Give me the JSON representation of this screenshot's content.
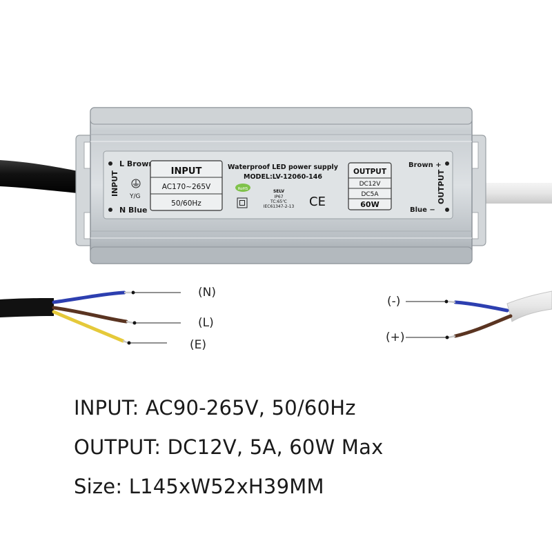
{
  "device": {
    "input_side": "INPUT",
    "output_side": "OUTPUT",
    "l_terminal": "L Brown",
    "n_terminal": "N Blue",
    "ground": "Y/G",
    "input_box": {
      "title": "INPUT",
      "voltage": "AC170~265V",
      "frequency": "50/60Hz"
    },
    "center": {
      "title": "Waterproof LED power supply",
      "model": "MODEL:LV-12060-146",
      "rohs": "RoHS",
      "selv": "SELV",
      "ip": "IP67",
      "tc": "TC:65℃",
      "standard": "IEC61347-2-13",
      "ce": "CE"
    },
    "output_box": {
      "title": "OUTPUT",
      "voltage": "DC12V",
      "current": "DC5A",
      "power": "60W"
    },
    "brown_plus": "Brown +",
    "blue_minus": "Blue −"
  },
  "wires": {
    "input_labels": {
      "n": "(N)",
      "l": "(L)",
      "e": "(E)"
    },
    "output_labels": {
      "minus": "(-)",
      "plus": "(+)"
    }
  },
  "specs": [
    "INPUT: AC90-265V, 50/60Hz",
    "OUTPUT: DC12V, 5A, 60W Max",
    "Size: L145xW52xH39MM"
  ]
}
